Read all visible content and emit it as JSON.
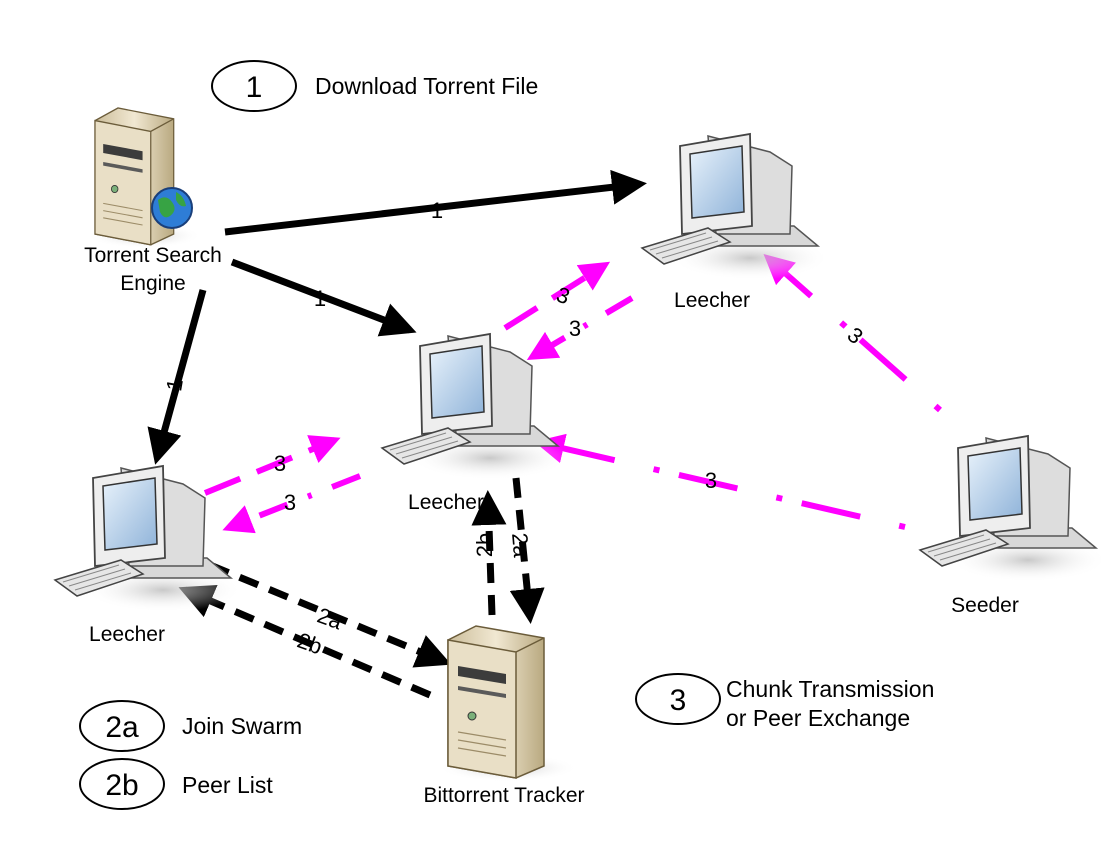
{
  "colors": {
    "solid_arrow": "#000000",
    "dashed_arrow": "#000000",
    "peer_arrow": "#ff00ff",
    "server_body": "#e8dcc0",
    "monitor_body": "#eeeeee",
    "screen": "#b9d3ec",
    "globe": "#2e7dd6"
  },
  "nodes": {
    "search_engine": "Torrent Search Engine",
    "search_engine_line1": "Torrent Search",
    "search_engine_line2": "Engine",
    "leecher_top": "Leecher",
    "leecher_center": "Leecher",
    "leecher_left": "Leecher",
    "seeder": "Seeder",
    "tracker": "Bittorrent Tracker"
  },
  "legend": [
    {
      "key": "1",
      "text": "Download Torrent File"
    },
    {
      "key": "2a",
      "text": "Join Swarm"
    },
    {
      "key": "2b",
      "text": "Peer List"
    },
    {
      "key": "3",
      "text_line1": "Chunk Transmission",
      "text_line2": "or Peer Exchange"
    }
  ],
  "edges": {
    "search_to_top": "1",
    "search_to_center": "1",
    "search_to_left": "1",
    "left_to_tracker": "2a",
    "tracker_to_left": "2b",
    "center_to_tracker": "2a",
    "tracker_to_center": "2b",
    "center_to_top": "3",
    "top_to_center": "3",
    "left_to_center": "3",
    "center_to_left": "3",
    "seeder_to_top": "3",
    "seeder_to_center": "3"
  }
}
